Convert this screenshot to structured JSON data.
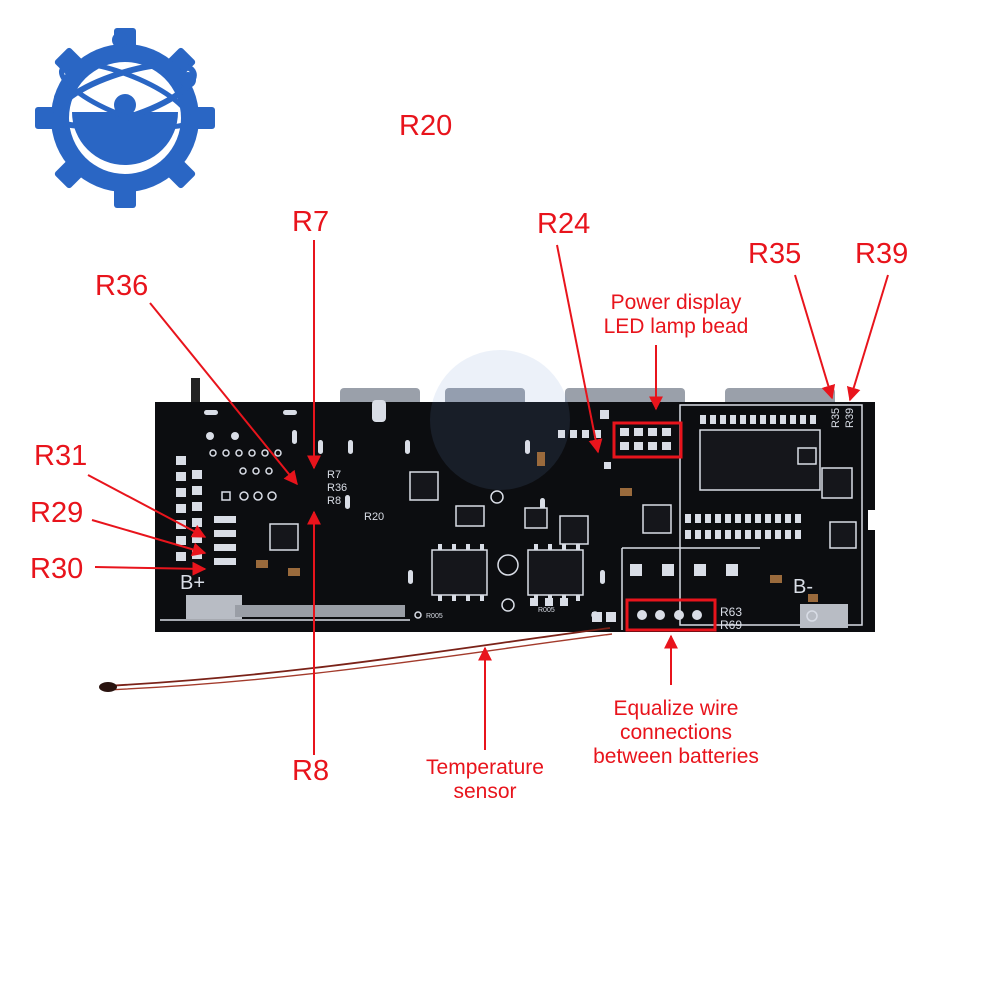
{
  "colors": {
    "annotation": "#e8141c",
    "board": "#0c0d10",
    "silkscreen": "#d9dde6",
    "logo_blue": "#2a66c4"
  },
  "logo": {
    "name": "atom-gear-logo"
  },
  "labels": {
    "r20": "R20",
    "r7": "R7",
    "r24": "R24",
    "r35": "R35",
    "r39": "R39",
    "r36": "R36",
    "r31": "R31",
    "r29": "R29",
    "r30": "R30",
    "r8": "R8",
    "power_display_line1": "Power display",
    "power_display_line2": "LED lamp bead",
    "equalize_line1": "Equalize wire",
    "equalize_line2": "connections",
    "equalize_line3": "between batteries",
    "temp_line1": "Temperature",
    "temp_line2": "sensor"
  },
  "silkscreen": {
    "b_plus": "B+",
    "b_minus": "B-",
    "r7": "R7",
    "r36": "R36",
    "r8": "R8",
    "r20": "R20",
    "r35": "R35",
    "r39": "R39",
    "r63": "R63",
    "r69": "R69",
    "r005_left": "R005",
    "r005_right": "R005"
  }
}
